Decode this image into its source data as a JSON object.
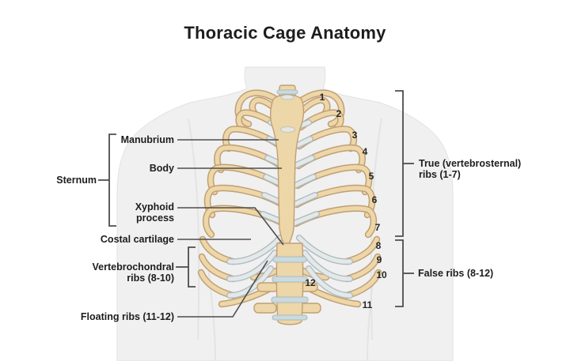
{
  "title": "Thoracic Cage Anatomy",
  "labels": {
    "sternum": "Sternum",
    "manubrium": "Manubrium",
    "body": "Body",
    "xyphoid": "Xyphoid\nprocess",
    "costal_cartilage": "Costal cartilage",
    "vertebrochondral": "Vertebrochondral\nribs (8-10)",
    "floating": "Floating ribs (11-12)",
    "true_ribs": "True (vertebrosternal)\nribs (1-7)",
    "false_ribs": "False ribs (8-12)"
  },
  "rib_numbers": [
    "1",
    "2",
    "3",
    "4",
    "5",
    "6",
    "7",
    "8",
    "9",
    "10",
    "11",
    "12"
  ],
  "colors": {
    "background": "#ffffff",
    "silhouette": "#f0f0f0",
    "silhouette_edge": "#e2e2e2",
    "bone": "#edd6a8",
    "bone_outline": "#c19f72",
    "cartilage": "#e3e8e9",
    "cartilage_outline": "#b0bcc0",
    "disc": "#cadade",
    "disc_outline": "#a9babe",
    "line": "#4d4d4d",
    "text": "#1d1d1d"
  }
}
